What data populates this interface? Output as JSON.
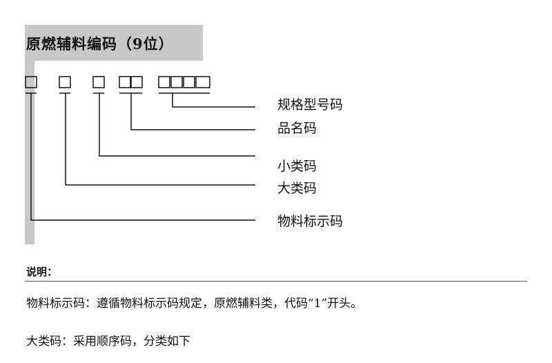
{
  "title": "原燃辅料编码（9位）",
  "labels": {
    "spec": "规格型号码",
    "name": "品名码",
    "small": "小类码",
    "large": "大类码",
    "mark": "物料标示码"
  },
  "notes": {
    "heading": "说明：",
    "line1": "物料标示码：遵循物料标示码规定，原燃辅料类，代码“1”开头。",
    "line2": "大类码：采用顺序码，分类如下"
  }
}
